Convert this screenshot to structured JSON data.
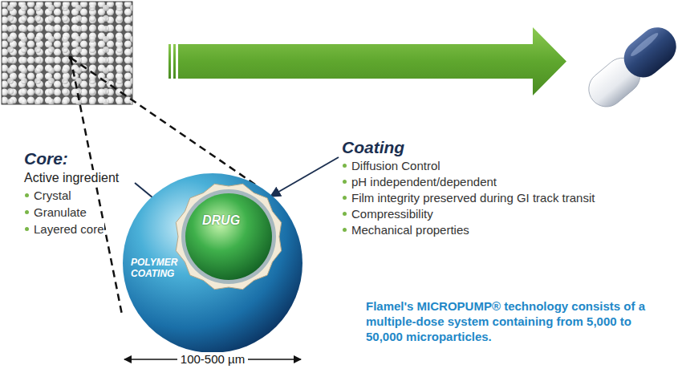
{
  "diagram": {
    "nodes": [
      {
        "text": [
          "POLYMER COATING"
        ]
      },
      {
        "text": [
          "DRUG"
        ],
        "in": 0
      }
    ],
    "labels": [
      "Core:",
      "Active ingredient",
      "Crystal",
      "Granulate",
      "Layered core",
      "Coating",
      "Diffusion Control",
      "pH independent/dependent",
      "Film integrity preserved during GI track transit",
      "Compressibility",
      "Mechanical properties",
      "Flamel's MICROPUMP® technology consists of a multiple-dose system containing from 5,000 to 50,000 microparticles.",
      "100-500 µm"
    ]
  }
}
